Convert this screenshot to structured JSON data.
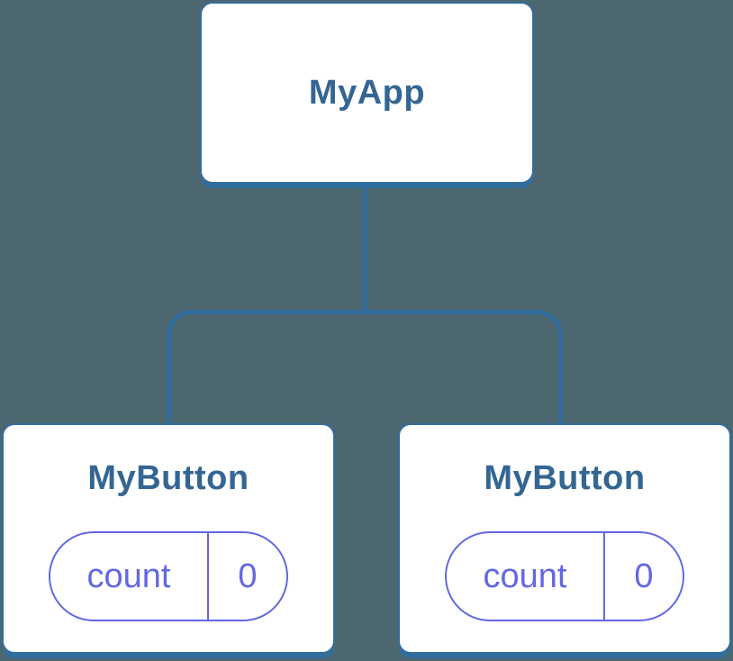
{
  "diagram": {
    "root": {
      "label": "MyApp"
    },
    "children": [
      {
        "label": "MyButton",
        "state": {
          "key": "count",
          "value": "0"
        }
      },
      {
        "label": "MyButton",
        "state": {
          "key": "count",
          "value": "0"
        }
      }
    ]
  },
  "colors": {
    "background": "#4C6770",
    "card_bg": "#FFFFFF",
    "card_border": "#316E9E",
    "connector": "#2F6D9C",
    "title_text": "#346692",
    "state_accent": "#6268E3"
  }
}
